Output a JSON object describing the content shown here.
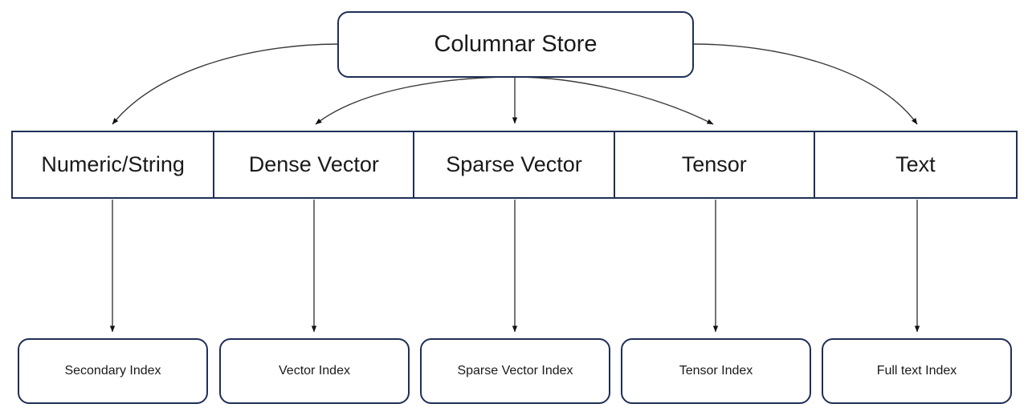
{
  "diagram": {
    "title": "Columnar Store",
    "style": {
      "border_color": "#1f2f56",
      "background": "#ffffff",
      "text_color": "#1a1a1a",
      "edge_color": "#3a3a3a"
    },
    "root": {
      "label": "Columnar Store",
      "shape": "rounded-rectangle"
    },
    "column_types": [
      {
        "label": "Numeric/String",
        "index": {
          "label": "Secondary Index"
        }
      },
      {
        "label": "Dense Vector",
        "index": {
          "label": "Vector Index"
        }
      },
      {
        "label": "Sparse Vector",
        "index": {
          "label": "Sparse Vector Index"
        }
      },
      {
        "label": "Tensor",
        "index": {
          "label": "Tensor Index"
        }
      },
      {
        "label": "Text",
        "index": {
          "label": "Full text Index"
        }
      }
    ]
  }
}
